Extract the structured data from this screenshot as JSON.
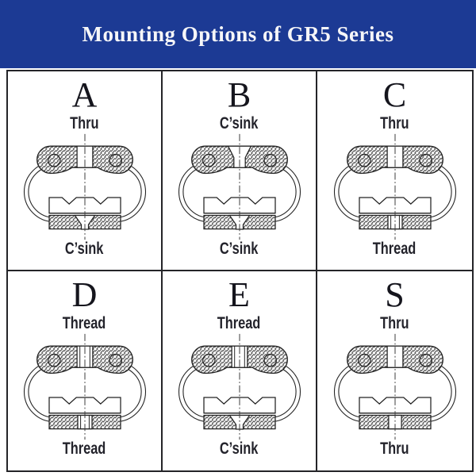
{
  "header": {
    "title": "Mounting Options of GR5 Series",
    "bg_color": "#1c3a94",
    "text_color": "#f6f6f8"
  },
  "panels": [
    {
      "letter": "A",
      "top": "Thru",
      "bottom": "C’sink"
    },
    {
      "letter": "B",
      "top": "C’sink",
      "bottom": "C’sink"
    },
    {
      "letter": "C",
      "top": "Thru",
      "bottom": "Thread"
    },
    {
      "letter": "D",
      "top": "Thread",
      "bottom": "Thread"
    },
    {
      "letter": "E",
      "top": "Thread",
      "bottom": "C’sink"
    },
    {
      "letter": "S",
      "top": "Thru",
      "bottom": "Thru"
    }
  ],
  "colors": {
    "line": "#232323",
    "grid_border": "#242428"
  }
}
